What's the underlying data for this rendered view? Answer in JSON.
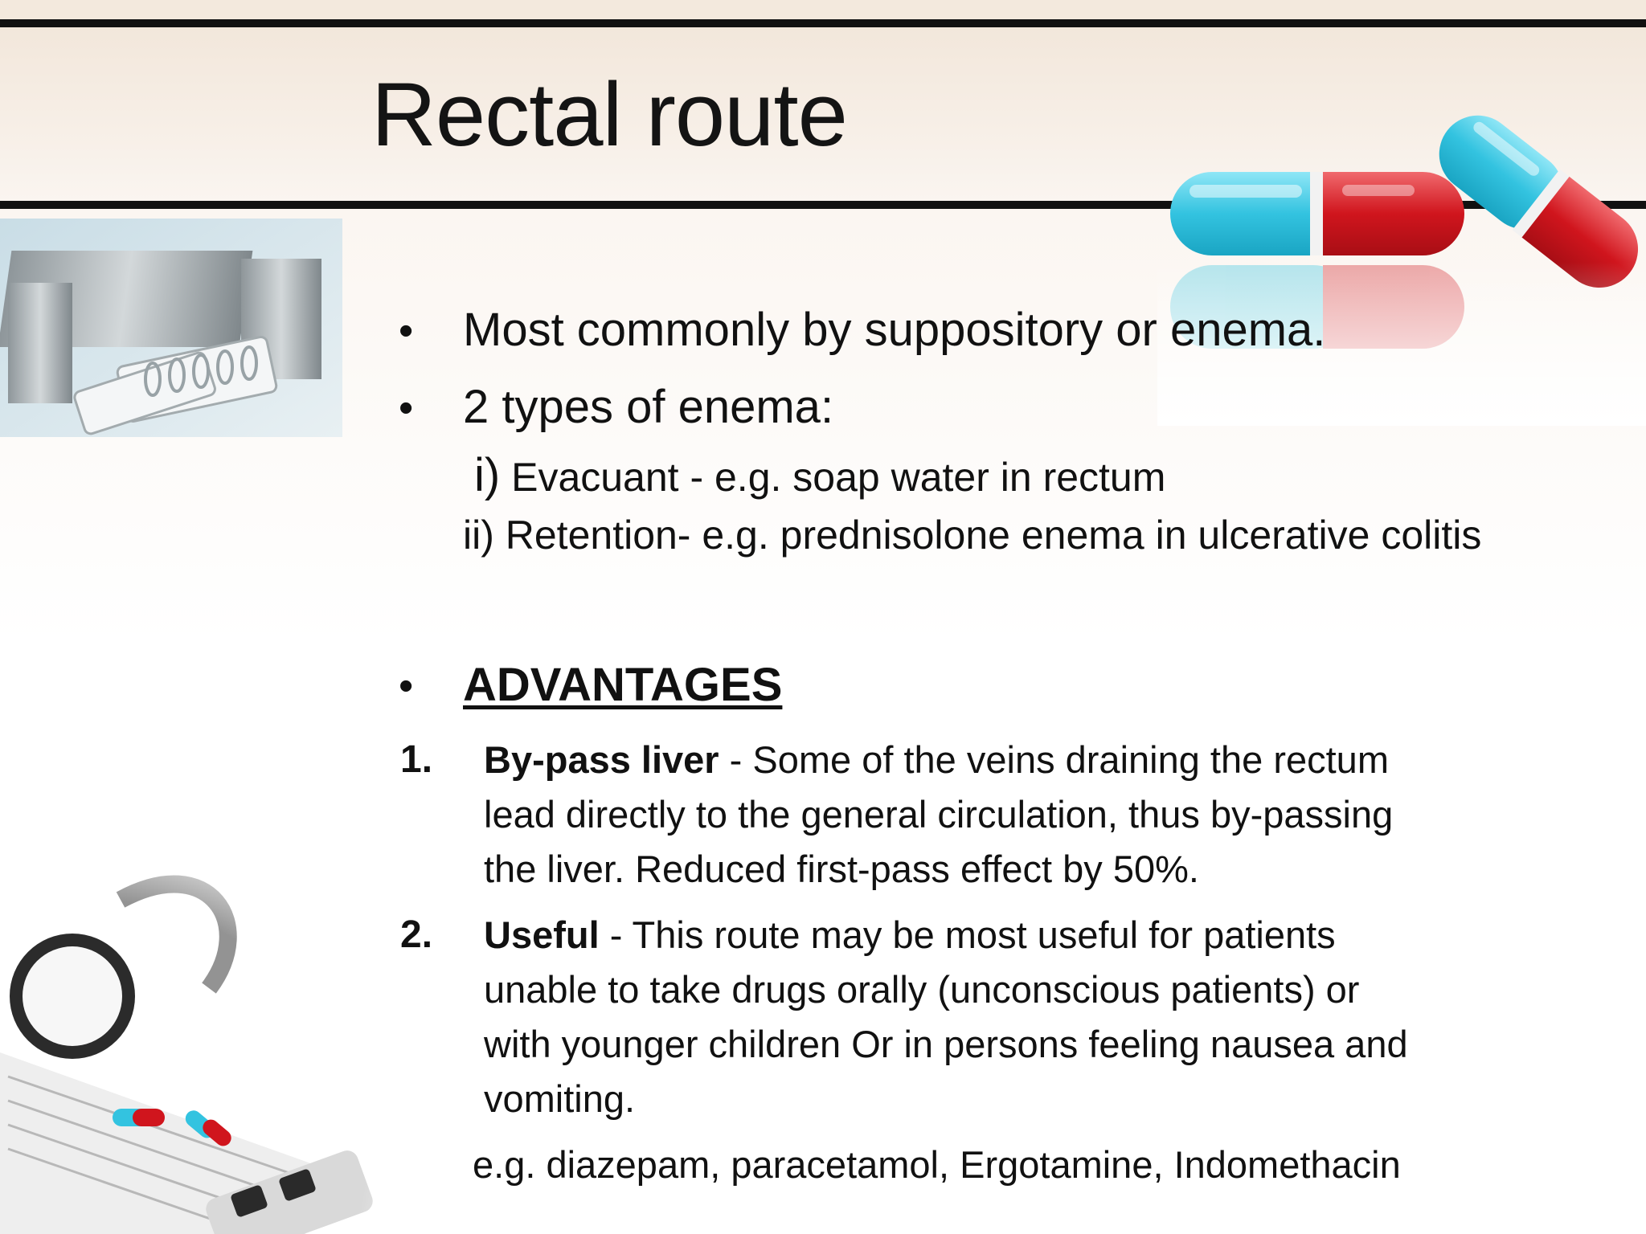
{
  "slide": {
    "title": "Rectal route",
    "bullets": [
      "Most commonly by suppository or enema.",
      "2  types of enema:"
    ],
    "enema_types": [
      {
        "marker": "i)",
        "text": " Evacuant - e.g. soap water in rectum"
      },
      {
        "marker": "ii)",
        "text": " Retention- e.g. prednisolone enema in ulcerative colitis"
      }
    ],
    "advantages_heading": "ADVANTAGES",
    "advantages": [
      {
        "number": "1.",
        "term": "By-pass liver",
        "line1": " - Some of the veins draining the rectum",
        "line2": "lead directly to the general circulation, thus by-passing",
        "line3": "the liver. Reduced first-pass effect by 50%."
      },
      {
        "number": "2.",
        "term": "Useful",
        "line1": "  - This route may be most useful for patients",
        "line2": "unable to take drugs orally (unconscious patients) or",
        "line3": "with younger children Or in persons feeling nausea and",
        "line4": "vomiting."
      }
    ],
    "examples": "e.g. diazepam, paracetamol, Ergotamine, Indomethacin",
    "bullet_glyph": "•",
    "images": {
      "top_left": "suppository-blister-photo",
      "top_right": "capsule-pills-photo",
      "bottom_left": "stethoscope-pills-photo"
    },
    "colors": {
      "rule": "#111111",
      "title_band": "#f4ebe1",
      "capsule_red": "#d0151d",
      "capsule_cyan": "#33c3e0"
    }
  }
}
